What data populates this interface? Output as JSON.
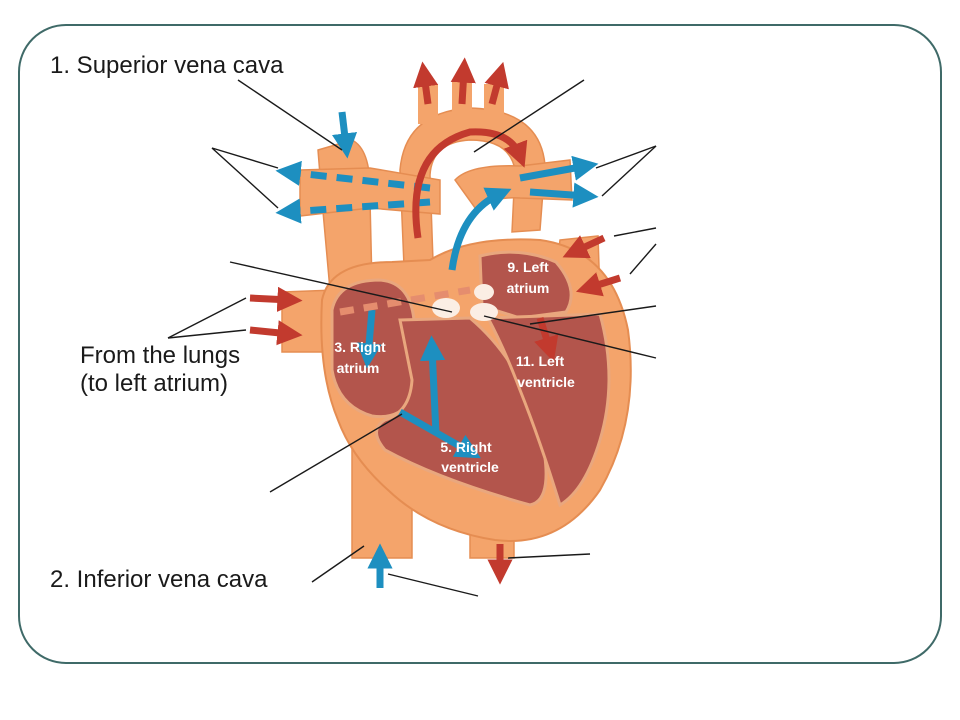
{
  "labels": {
    "superior_vena_cava": "1. Superior vena cava",
    "inferior_vena_cava": "2. Inferior vena cava",
    "lungs_line1": "From the lungs",
    "lungs_line2": "(to left atrium)"
  },
  "chambers": {
    "right_atrium_1": "3. Right",
    "right_atrium_2": "atrium",
    "right_ventricle_1": "5. Right",
    "right_ventricle_2": "ventricle",
    "left_atrium_1": "9. Left",
    "left_atrium_2": "atrium",
    "left_ventricle_1": "11. Left",
    "left_ventricle_2": "ventricle"
  },
  "colors": {
    "frame": "#3f6a68",
    "tissue": "#f4a46b",
    "tissue_light": "#f7bd8d",
    "chamber": "#b3554c",
    "deoxygenated": "#1d8fc0",
    "oxygenated": "#c23a2e",
    "leader": "#1a1a1a"
  }
}
